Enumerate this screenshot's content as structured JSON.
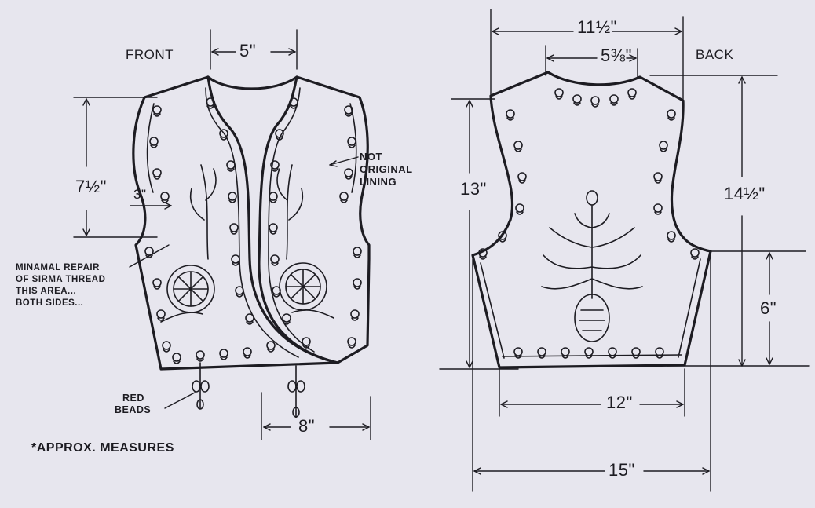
{
  "views": {
    "front": {
      "label": "FRONT"
    },
    "back": {
      "label": "BACK"
    }
  },
  "dimensions": {
    "front_neck": "5\"",
    "front_height": "7½\"",
    "front_armhole": "3\"",
    "front_width": "8\"",
    "back_shoulder": "11½\"",
    "back_neck": "5⅜\"",
    "back_height_left": "13\"",
    "back_height_right": "14½\"",
    "back_side": "6\"",
    "back_hem": "12\"",
    "back_width": "15\""
  },
  "notes": {
    "lining": [
      "NOT",
      "ORIGINAL",
      "LINING"
    ],
    "repair": [
      "MINAMAL REPAIR",
      "OF SIRMA THREAD",
      "THIS AREA...",
      "BOTH SIDES..."
    ],
    "beads": [
      "RED",
      "BEADS"
    ],
    "approx": "*APPROX. MEASURES"
  },
  "colors": {
    "paper": "#e7e6ee",
    "ink": "#1d1c22"
  }
}
